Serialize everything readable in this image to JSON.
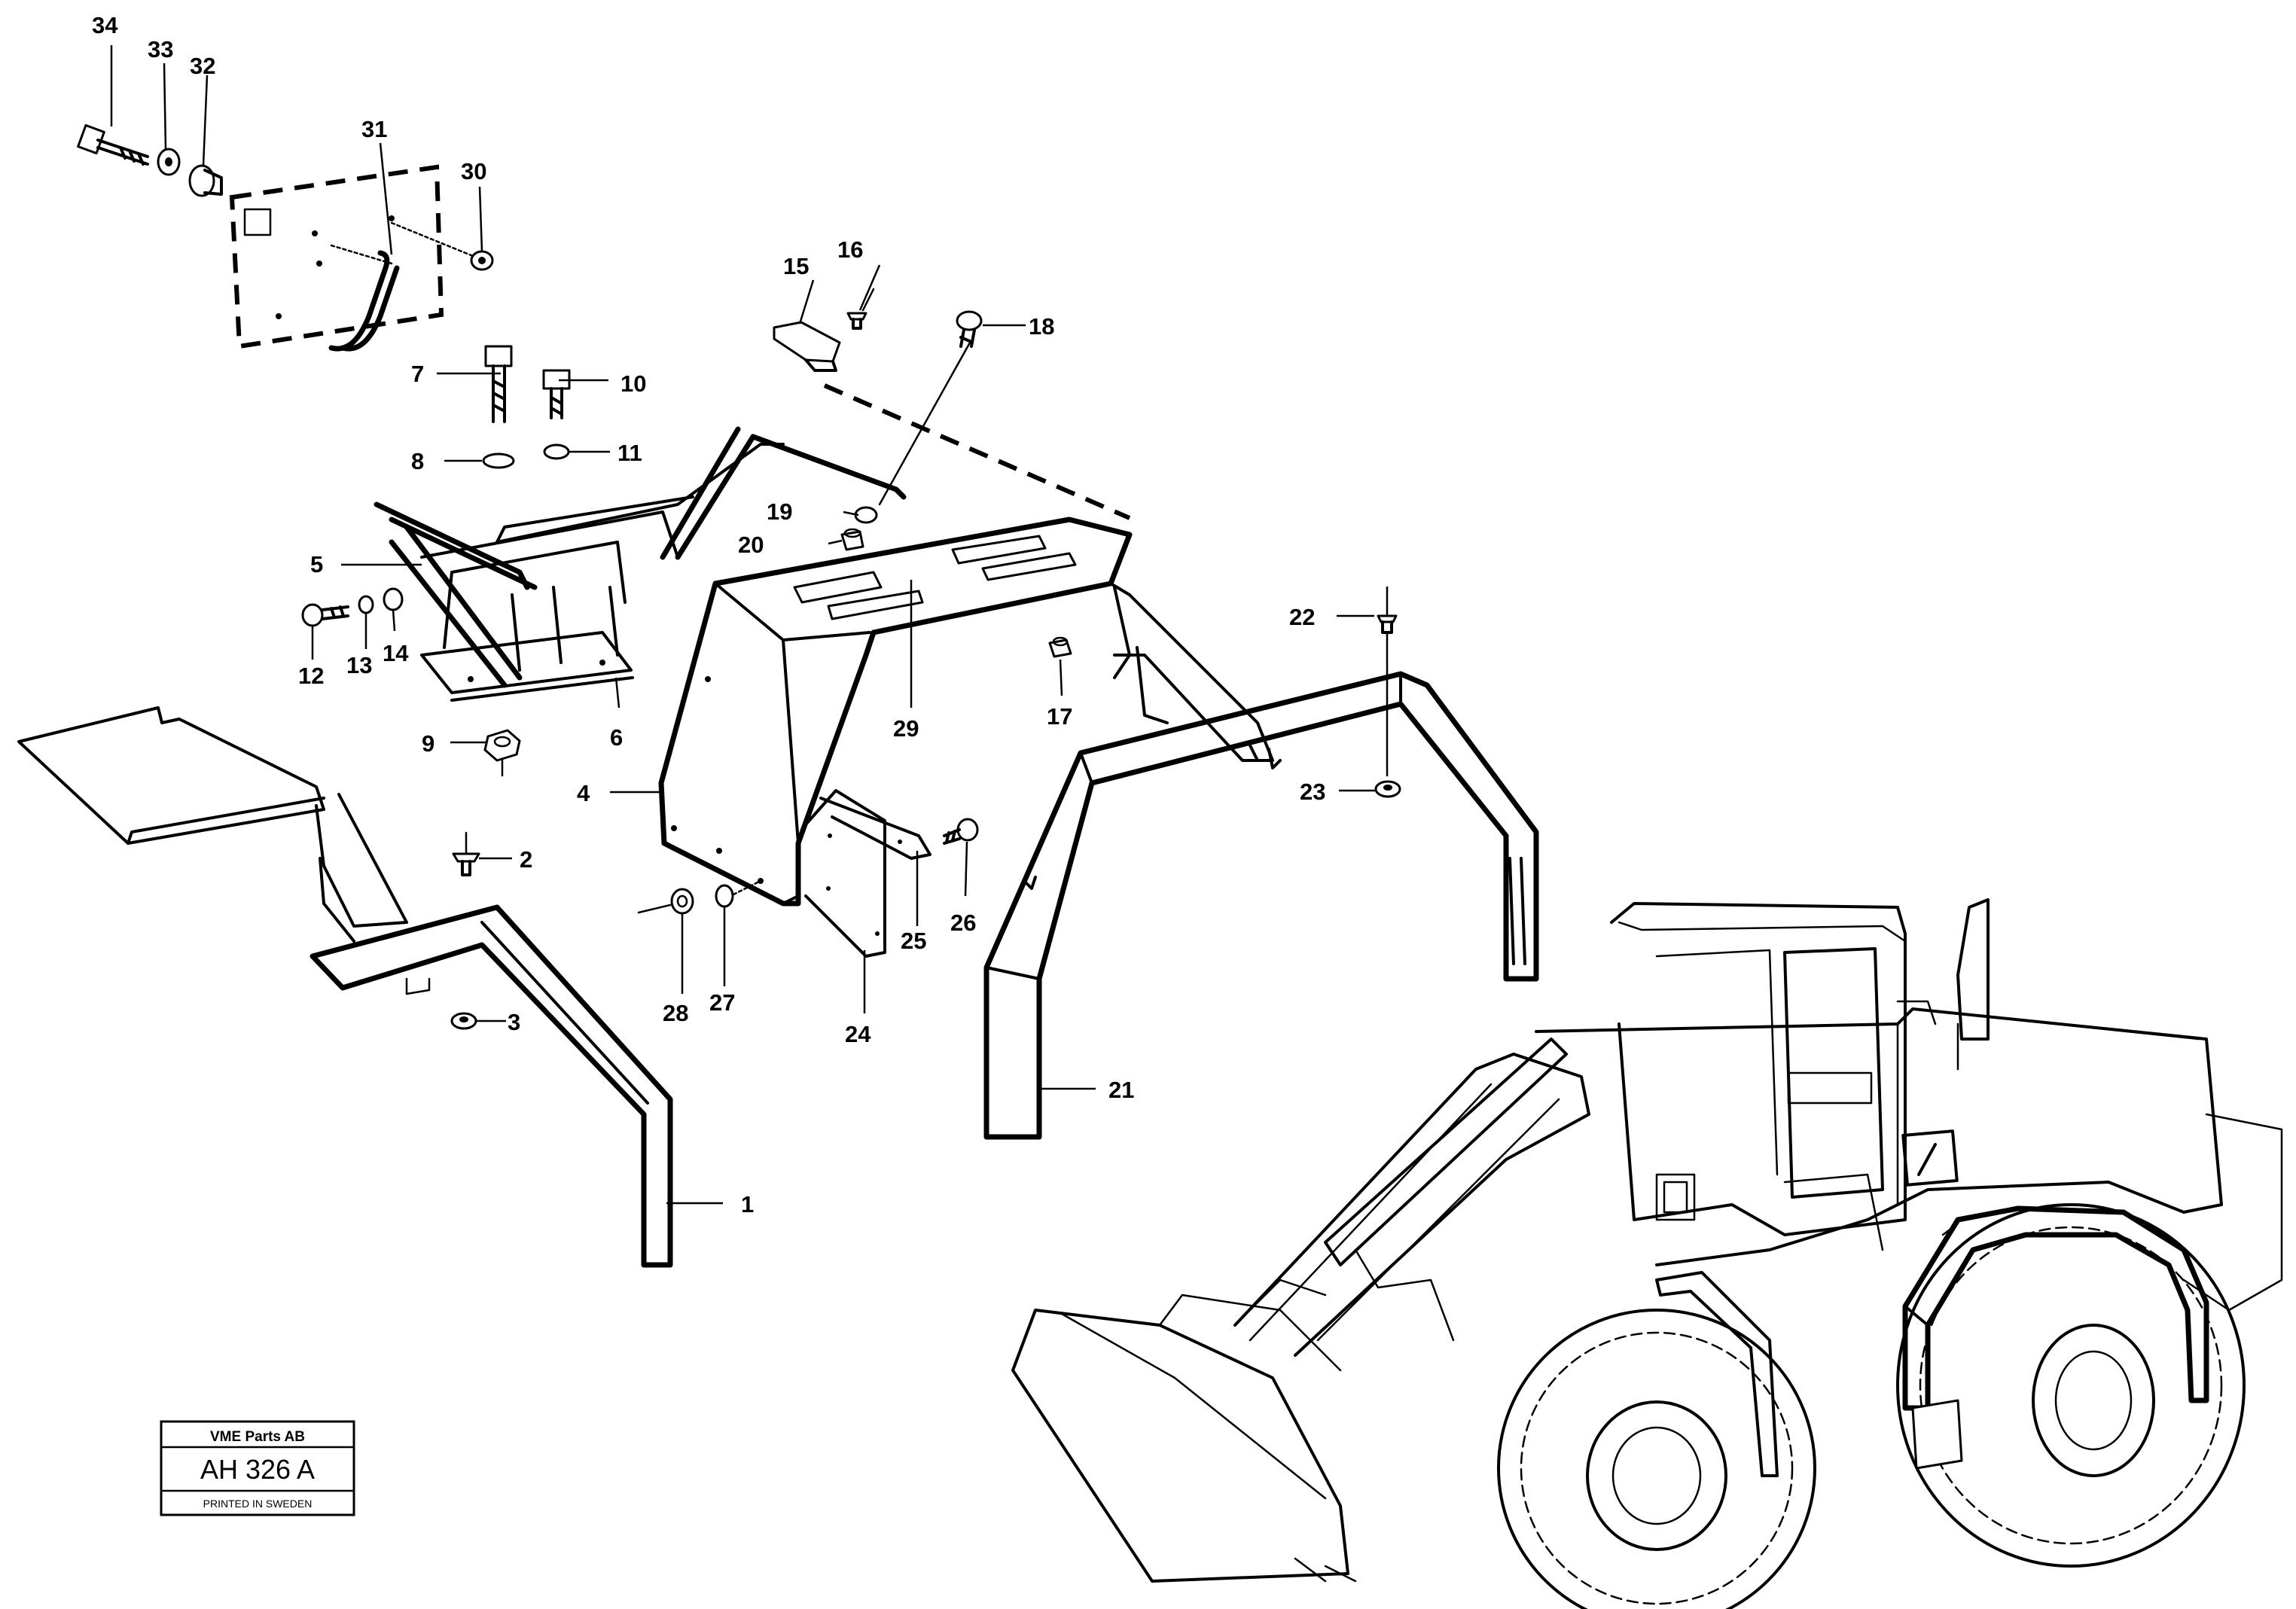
{
  "reference_box": {
    "company": "VME Parts AB",
    "drawing_number": "AH 326 A",
    "printed_note": "PRINTED IN SWEDEN"
  },
  "callouts": [
    {
      "id": "1",
      "label": "1"
    },
    {
      "id": "2",
      "label": "2"
    },
    {
      "id": "3",
      "label": "3"
    },
    {
      "id": "4",
      "label": "4"
    },
    {
      "id": "5",
      "label": "5"
    },
    {
      "id": "6",
      "label": "6"
    },
    {
      "id": "7",
      "label": "7"
    },
    {
      "id": "8",
      "label": "8"
    },
    {
      "id": "9",
      "label": "9"
    },
    {
      "id": "10",
      "label": "10"
    },
    {
      "id": "11",
      "label": "11"
    },
    {
      "id": "12",
      "label": "12"
    },
    {
      "id": "13",
      "label": "13"
    },
    {
      "id": "14",
      "label": "14"
    },
    {
      "id": "15",
      "label": "15"
    },
    {
      "id": "16",
      "label": "16"
    },
    {
      "id": "17",
      "label": "17"
    },
    {
      "id": "18",
      "label": "18"
    },
    {
      "id": "19",
      "label": "19"
    },
    {
      "id": "20",
      "label": "20"
    },
    {
      "id": "21",
      "label": "21"
    },
    {
      "id": "22",
      "label": "22"
    },
    {
      "id": "23",
      "label": "23"
    },
    {
      "id": "24",
      "label": "24"
    },
    {
      "id": "25",
      "label": "25"
    },
    {
      "id": "26",
      "label": "26"
    },
    {
      "id": "27",
      "label": "27"
    },
    {
      "id": "28",
      "label": "28"
    },
    {
      "id": "29",
      "label": "29"
    },
    {
      "id": "30",
      "label": "30"
    },
    {
      "id": "31",
      "label": "31"
    },
    {
      "id": "32",
      "label": "32"
    },
    {
      "id": "33",
      "label": "33"
    },
    {
      "id": "34",
      "label": "34"
    }
  ],
  "icons": {
    "machine": "wheel-loader-illustration",
    "fasteners": [
      "bolt-icon",
      "washer-icon",
      "nut-icon",
      "screw-icon"
    ]
  }
}
